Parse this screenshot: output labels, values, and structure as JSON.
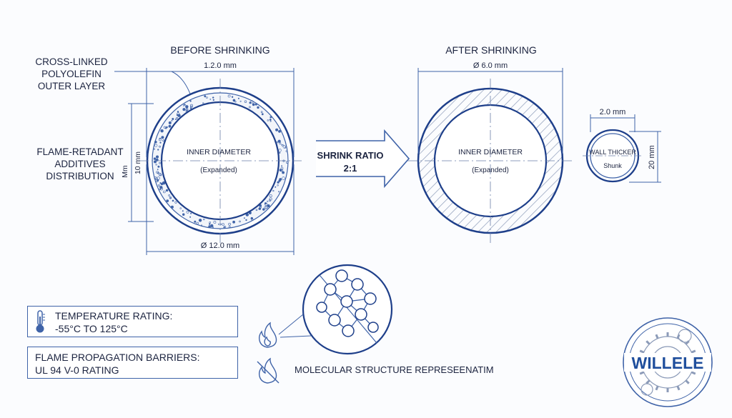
{
  "titles": {
    "before": "BEFORE SHRINKING",
    "after": "AFTER SHRINKING"
  },
  "left_labels": {
    "outer_layer": [
      "CROSS-LINKED",
      "POLYOLEFIN",
      "OUTER LAYER"
    ],
    "additives": [
      "FLAME-RETADANT",
      "ADDITIVES",
      "DISTRIBUTION"
    ]
  },
  "before": {
    "dim_top": "1.2.0 mm",
    "dim_bottom": "Ø 12.0 mm",
    "dim_left": "10 mm",
    "dim_left_unit": "Mm",
    "inner_label": "INNER DIAMETER",
    "inner_sub": "(Expanded)"
  },
  "arrow": {
    "line1": "SHRINK RATIO",
    "line2": "2:1"
  },
  "after": {
    "dim_top": "Ø 6.0 mm",
    "inner_label": "INNER DIAMETER",
    "inner_sub": "(Expanded)"
  },
  "small": {
    "dim_top": "2.0 mm",
    "dim_right": "20 mm",
    "label": "WALL THICKER",
    "sub": "Shunk"
  },
  "info": {
    "temperature_title": "TEMPERATURE RATING:",
    "temperature_value": "-55°C TO 125°C",
    "flame_title": "FLAME PROPAGATION BARRIERS:",
    "flame_value": "UL 94 V-0 RATING"
  },
  "molecular_caption": "MOLECULAR STRUCTURE REPRESEENATIM",
  "logo": "WILLELE",
  "colors": {
    "line": "#3f63a8",
    "dark": "#1e3f8a",
    "text": "#1c2440",
    "hatch": "#8c9bb8",
    "logo": "#1f4e9c"
  }
}
